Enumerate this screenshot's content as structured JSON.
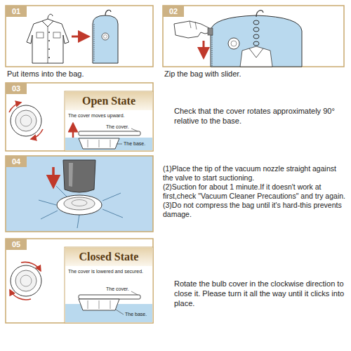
{
  "diagram": {
    "nodes": [
      {
        "text": [
          "01"
        ]
      },
      {
        "text": [
          "02"
        ]
      },
      {
        "text": [
          "03"
        ]
      },
      {
        "text": [
          "Open State"
        ]
      },
      {
        "text": [
          "04"
        ]
      },
      {
        "text": [
          "05"
        ]
      },
      {
        "text": [
          "Closed State"
        ]
      }
    ],
    "labels": [
      "Put items into the bag.",
      "Zip the bag with slider.",
      "The cover moves upward.",
      "The cover.",
      "The base.",
      "Check that the cover rotates approximately 90° relative to the base.",
      "(1)Place the tip of the vacuum nozzle straight against the valve to start suctioning.",
      "(2)Suction for about 1 minute.If it doesn't work at first,check \"Vacuum Cleaner Precautions\" and try again.",
      "(3)Do not compress the bag until it's hard-this prevents damage.",
      "The cover is lowered and secured.",
      "The cover.",
      "The base.",
      "Rotate the bulb cover in the clockwise direction to close it. Please turn it all the way until it clicks into place."
    ]
  }
}
